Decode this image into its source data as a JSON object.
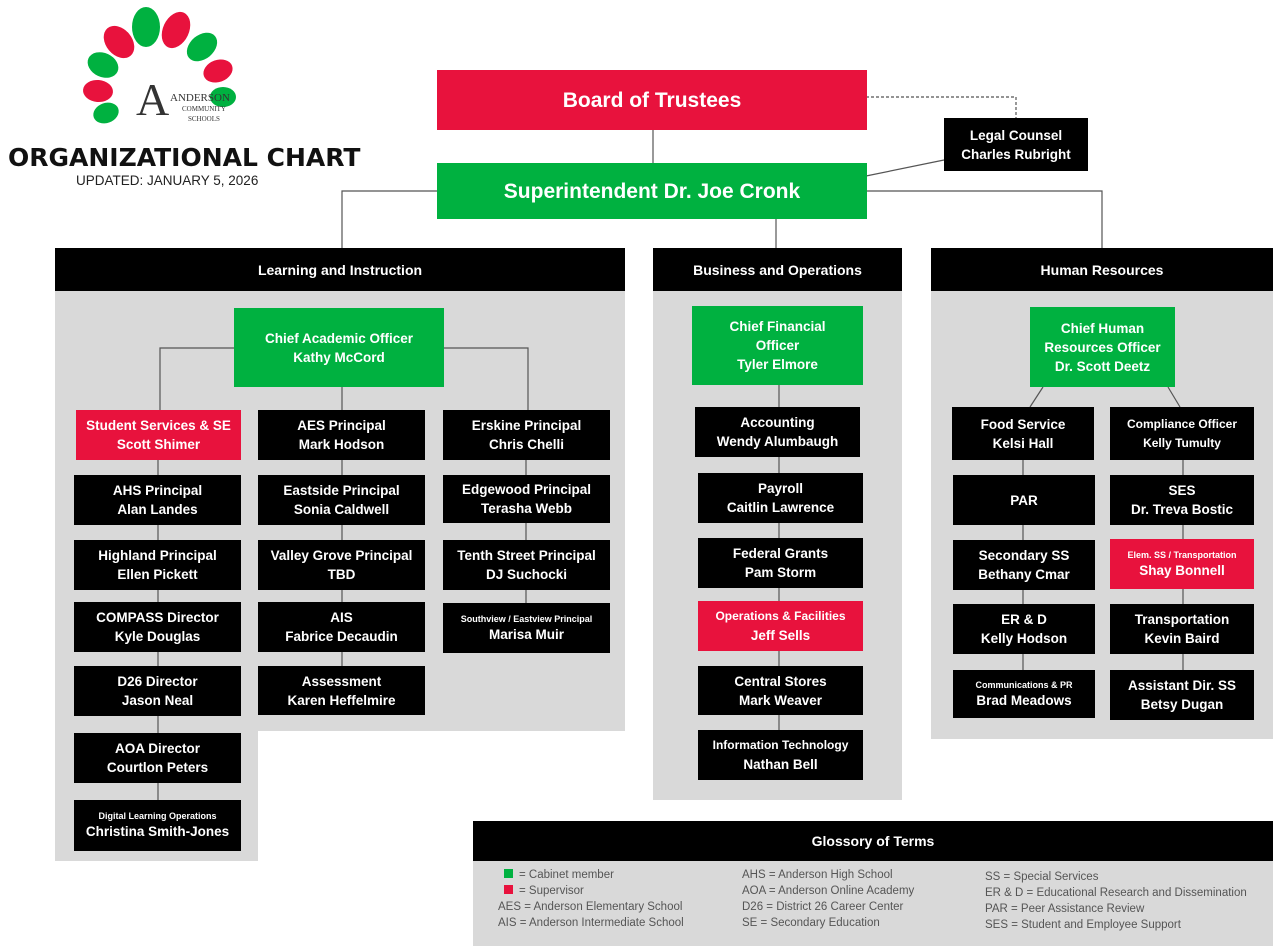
{
  "logo": {
    "line1": "ANDERSON",
    "line2": "COMMUNITY",
    "line3": "SCHOOLS",
    "letter": "A"
  },
  "title": "ORGANIZATIONAL CHART",
  "updated": "UPDATED: JANUARY 5, 2026",
  "board": "Board of Trustees",
  "legal": {
    "title": "Legal Counsel",
    "name": "Charles Rubright"
  },
  "superintendent": "Superintendent Dr. Joe Cronk",
  "divisions": {
    "learning": {
      "header": "Learning and Instruction",
      "lead": {
        "title": "Chief Academic Officer",
        "name": "Kathy McCord"
      },
      "col1": [
        {
          "title": "Student Services & SE",
          "name": "Scott Shimer"
        },
        {
          "title": "AHS Principal",
          "name": "Alan Landes"
        },
        {
          "title": "Highland Principal",
          "name": "Ellen Pickett"
        },
        {
          "title": "COMPASS Director",
          "name": "Kyle Douglas"
        },
        {
          "title": "D26 Director",
          "name": "Jason Neal"
        },
        {
          "title": "AOA Director",
          "name": "Courtlon Peters"
        },
        {
          "title": "Digital Learning Operations",
          "name": "Christina Smith-Jones"
        }
      ],
      "col2": [
        {
          "title": "AES Principal",
          "name": "Mark Hodson"
        },
        {
          "title": "Eastside Principal",
          "name": "Sonia Caldwell"
        },
        {
          "title": "Valley Grove Principal",
          "name": "TBD"
        },
        {
          "title": "AIS",
          "name": "Fabrice Decaudin"
        },
        {
          "title": "Assessment",
          "name": "Karen Heffelmire"
        }
      ],
      "col3": [
        {
          "title": "Erskine Principal",
          "name": "Chris Chelli"
        },
        {
          "title": "Edgewood Principal",
          "name": "Terasha Webb"
        },
        {
          "title": "Tenth Street Principal",
          "name": "DJ Suchocki"
        },
        {
          "title": "Southview / Eastview Principal",
          "name": "Marisa Muir"
        }
      ]
    },
    "business": {
      "header": "Business and Operations",
      "lead": {
        "title": "Chief Financial Officer",
        "name": "Tyler Elmore"
      },
      "items": [
        {
          "title": "Accounting",
          "name": "Wendy Alumbaugh"
        },
        {
          "title": "Payroll",
          "name": "Caitlin Lawrence"
        },
        {
          "title": "Federal Grants",
          "name": "Pam Storm"
        },
        {
          "title": "Operations & Facilities",
          "name": "Jeff Sells"
        },
        {
          "title": "Central Stores",
          "name": "Mark Weaver"
        },
        {
          "title": "Information Technology",
          "name": "Nathan Bell"
        }
      ]
    },
    "hr": {
      "header": "Human Resources",
      "lead": {
        "title": "Chief Human Resources Officer",
        "name": "Dr. Scott Deetz"
      },
      "col1": [
        {
          "title": "Food Service",
          "name": "Kelsi Hall"
        },
        {
          "title": "PAR",
          "name": ""
        },
        {
          "title": "Secondary SS",
          "name": "Bethany Cmar"
        },
        {
          "title": "ER & D",
          "name": "Kelly Hodson"
        },
        {
          "title": "Communications & PR",
          "name": "Brad Meadows"
        }
      ],
      "col2": [
        {
          "title": "Compliance Officer",
          "name": "Kelly Tumulty"
        },
        {
          "title": "SES",
          "name": "Dr. Treva Bostic"
        },
        {
          "title": "Elem. SS / Transportation",
          "name": "Shay Bonnell"
        },
        {
          "title": "Transportation",
          "name": "Kevin Baird"
        },
        {
          "title": "Assistant Dir. SS",
          "name": "Betsy Dugan"
        }
      ]
    }
  },
  "glossary": {
    "header": "Glossory of Terms",
    "col1": [
      "= Cabinet member",
      "= Supervisor",
      "AES = Anderson Elementary School",
      "AIS = Anderson Intermediate School"
    ],
    "col2": [
      "AHS = Anderson High School",
      "AOA = Anderson Online Academy",
      "D26 = District 26 Career Center",
      "SE = Secondary Education"
    ],
    "col3": [
      "SS = Special Services",
      "ER & D = Educational Research and Dissemination",
      "PAR = Peer Assistance Review",
      "SES = Student and Employee Support"
    ]
  },
  "colors": {
    "cabinet": "#00b140",
    "supervisor": "#e8123d",
    "box": "#000000",
    "panel": "#d9d9d9"
  }
}
